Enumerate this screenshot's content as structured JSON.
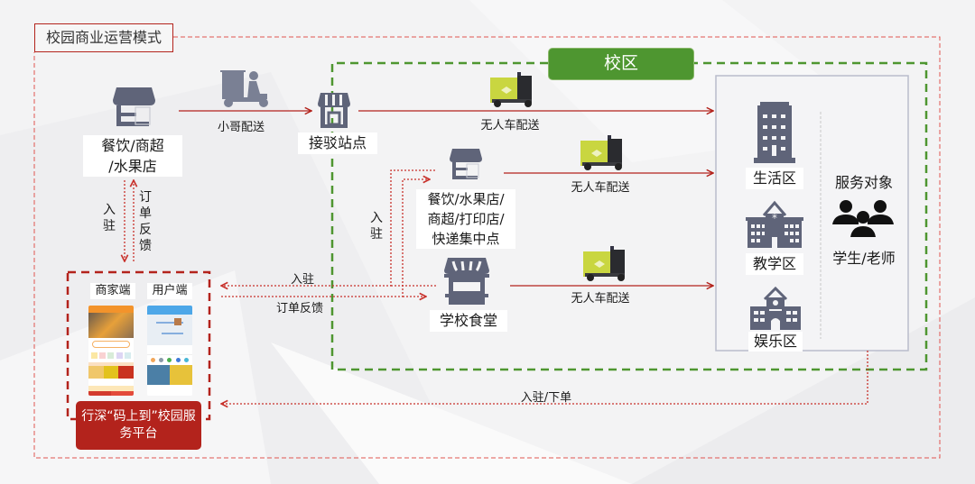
{
  "title": "校园商业运营模式",
  "campus_label": "校区",
  "merchant_source": {
    "line1": "餐饮/商超",
    "line2": "/水果店"
  },
  "courier_label": "小哥配送",
  "relay_station_label": "接驳站点",
  "campus_shops": {
    "line1": "餐饮/水果店/",
    "line2": "商超/打印店/",
    "line3": "快递集中点"
  },
  "canteen_label": "学校食堂",
  "robot_delivery_labels": [
    "无人车配送",
    "无人车配送",
    "无人车配送"
  ],
  "zones": [
    {
      "label": "生活区",
      "icon": "office-building-icon"
    },
    {
      "label": "教学区",
      "icon": "school-building-icon"
    },
    {
      "label": "娱乐区",
      "icon": "house-icon"
    }
  ],
  "service_target": {
    "title": "服务对象",
    "icon": "people-group-icon",
    "label": "学生/老师"
  },
  "platform": {
    "merchant_app_label": "商家端",
    "user_app_label": "用户端",
    "name_line1": "行深“码上到”校园服",
    "name_line2": "务平台"
  },
  "flow_labels": {
    "join_vertical": "入驻",
    "order_feedback_vertical": "订单反馈",
    "join_vertical_campus": "入驻",
    "join_horizontal": "入驻",
    "order_feedback_horizontal": "订单反馈",
    "join_order_bottom": "入驻/下单"
  },
  "colors": {
    "accent_red": "#b3231c",
    "dash_red": "#e05550",
    "green": "#4e9630",
    "icon_gray": "#5f6479",
    "robot_yellow": "#c9d640"
  }
}
